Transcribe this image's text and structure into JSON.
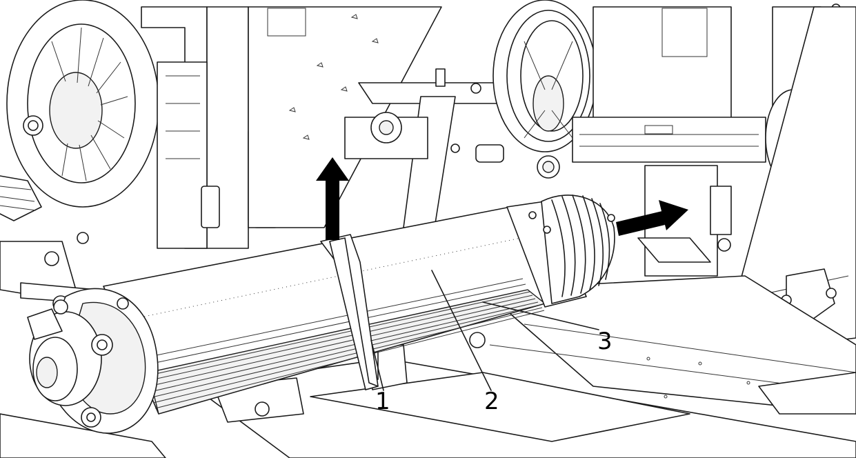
{
  "callouts": [
    {
      "id": "1",
      "label": "1"
    },
    {
      "id": "2",
      "label": "2"
    },
    {
      "id": "3",
      "label": "3"
    }
  ],
  "arrows": [
    {
      "name": "lift-up-arrow",
      "direction": "up",
      "color": "#000000"
    },
    {
      "name": "slide-right-arrow",
      "direction": "right",
      "color": "#000000"
    }
  ],
  "colors": {
    "line": "#1a1a1a",
    "background": "#ffffff",
    "arrow": "#000000"
  }
}
